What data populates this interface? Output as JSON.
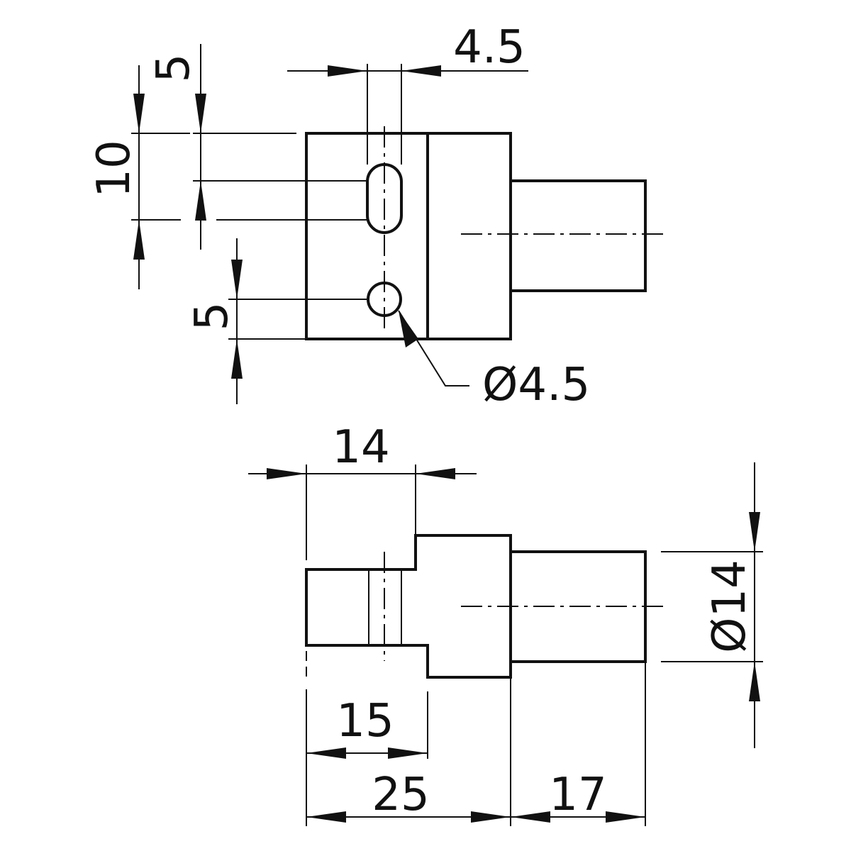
{
  "colors": {
    "line": "#111111",
    "background": "#ffffff"
  },
  "top_view": {
    "dim_slot_width": "4.5",
    "dim_slot_offset": "5",
    "dim_slot_length": "10",
    "dim_hole_offset": "5",
    "dim_hole_diameter": "Ø4.5"
  },
  "side_view": {
    "dim_step_length": "14",
    "dim_shaft_diameter": "Ø14",
    "dim_slot_depth": "15",
    "dim_body_length": "25",
    "dim_shaft_length": "17"
  }
}
